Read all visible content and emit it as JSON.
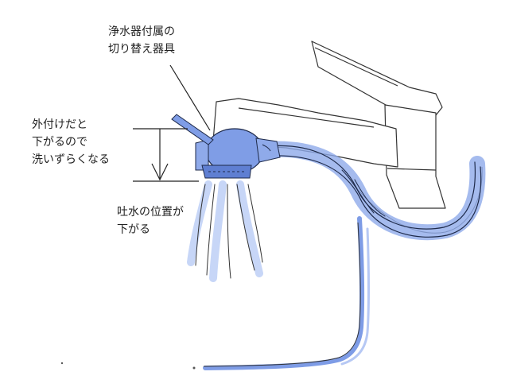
{
  "labels": {
    "attachment": {
      "line1": "浄水器付属の",
      "line2": "切り替え器具"
    },
    "external": {
      "line1": "外付けだと",
      "line2": "下がるので",
      "line3": "洗いずらくなる"
    },
    "spout": {
      "line1": "吐水の位置が",
      "line2": "下がる"
    }
  },
  "colors": {
    "ink": "#222222",
    "blue": "#6f8fe0",
    "light_blue": "#b9ccf5",
    "pale_blue": "#d7e2fb",
    "background": "#ffffff"
  }
}
